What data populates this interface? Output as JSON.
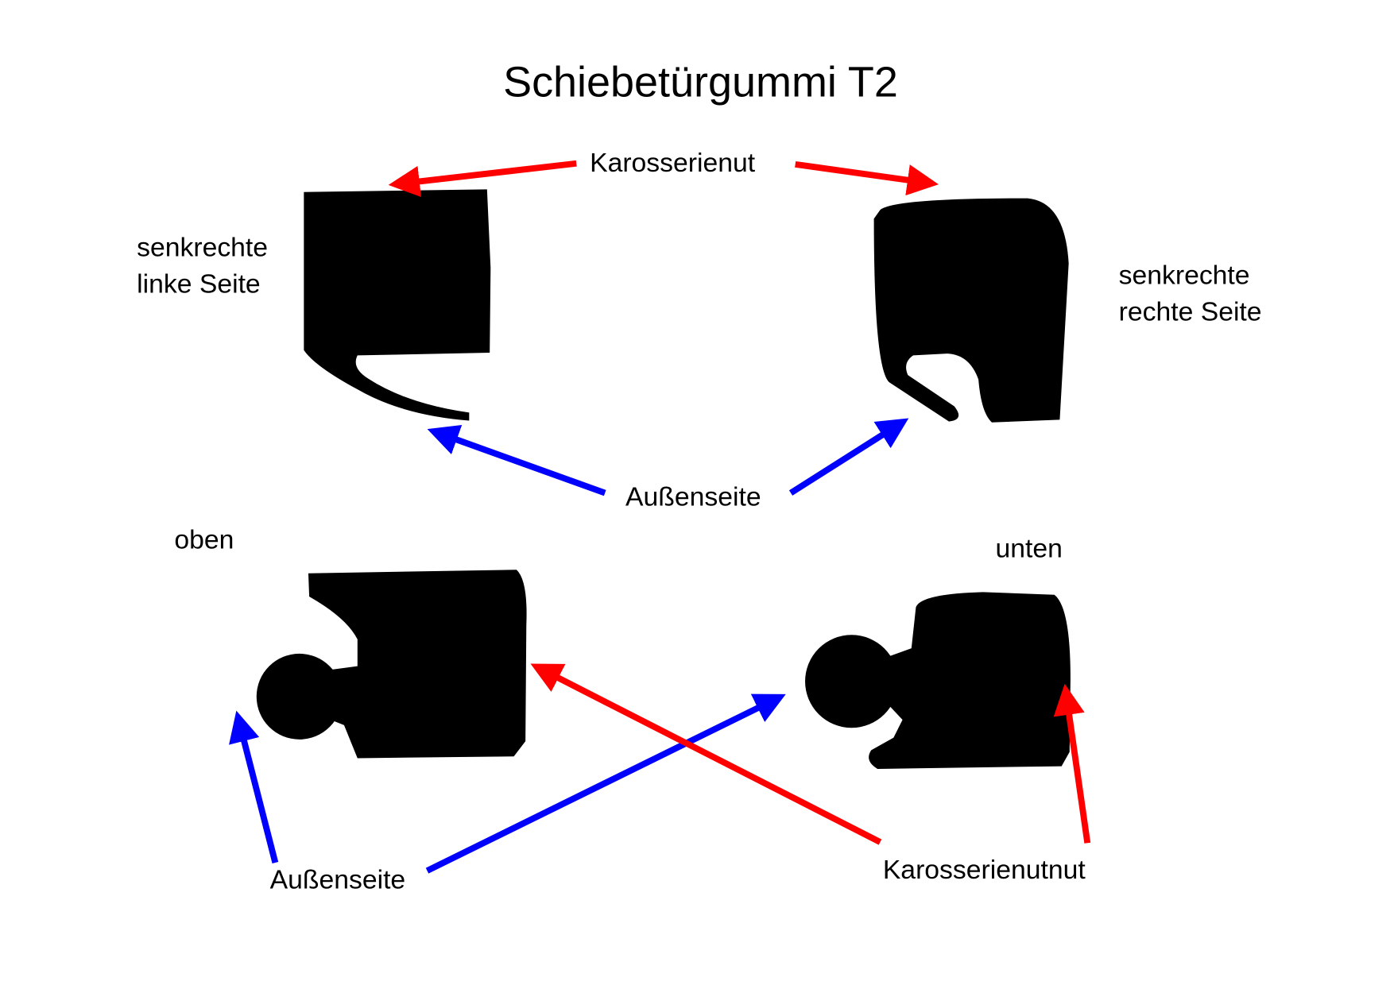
{
  "title": "Schiebetürgummi T2",
  "labels": {
    "karosserienut": "Karosserienut",
    "left_side_line1": "senkrechte",
    "left_side_line2": "linke Seite",
    "right_side_line1": "senkrechte",
    "right_side_line2": "rechte Seite",
    "aussenseite_top": "Außenseite",
    "oben": "oben",
    "unten": "unten",
    "aussenseite_bottom": "Außenseite",
    "karosserienutnut": "Karosserienutnut"
  },
  "colors": {
    "karosserie_arrow": "#ff0000",
    "aussenseite_arrow": "#0000ff",
    "profile": "#000000"
  }
}
